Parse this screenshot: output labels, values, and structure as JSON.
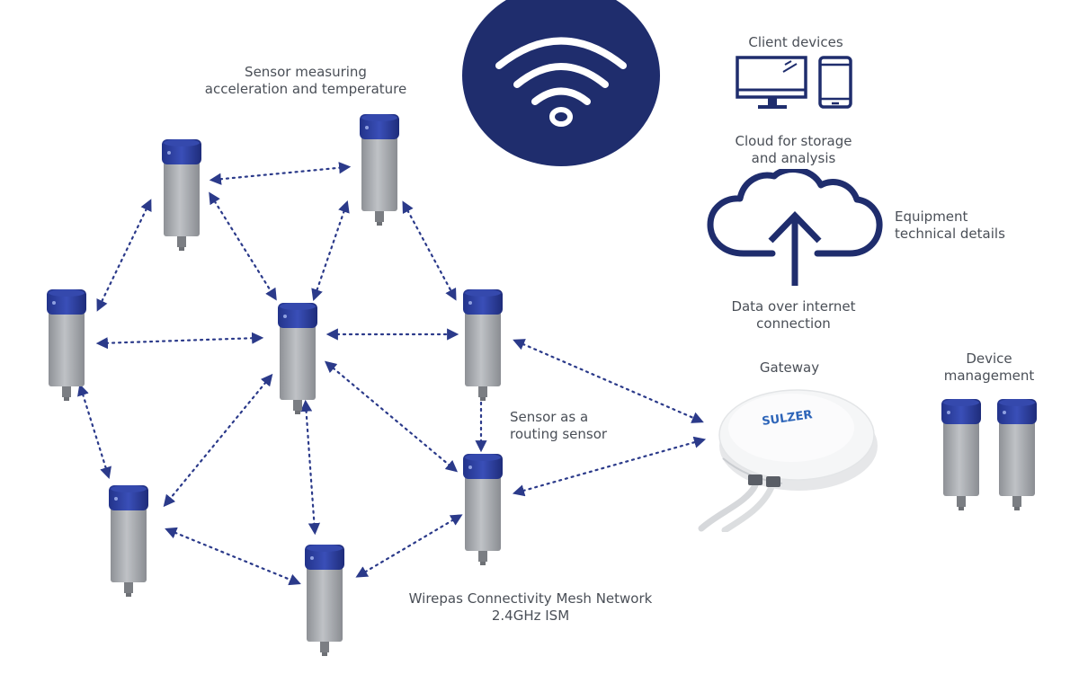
{
  "labels": {
    "sensor_measuring": "Sensor measuring\nacceleration and temperature",
    "client_devices": "Client devices",
    "cloud": "Cloud for storage\nand analysis",
    "equipment": "Equipment\ntechnical details",
    "data_internet": "Data over internet\nconnection",
    "gateway": "Gateway",
    "device_management": "Device\nmanagement",
    "routing_sensor": "Sensor as a\nrouting sensor",
    "mesh_network": "Wirepas Connectivity Mesh Network\n2.4GHz ISM"
  },
  "gateway_brand": "SULZER",
  "icons": {
    "wifi": "wifi-icon",
    "desktop": "desktop-monitor-icon",
    "phone": "smartphone-icon",
    "cloud": "cloud-upload-icon"
  },
  "colors": {
    "brand_navy": "#1f2d6d",
    "sensor_cap": "#2c3fa0",
    "sensor_body": "#a3a6ab",
    "link_dots": "#2b3a8a",
    "text": "#4a4f57"
  }
}
